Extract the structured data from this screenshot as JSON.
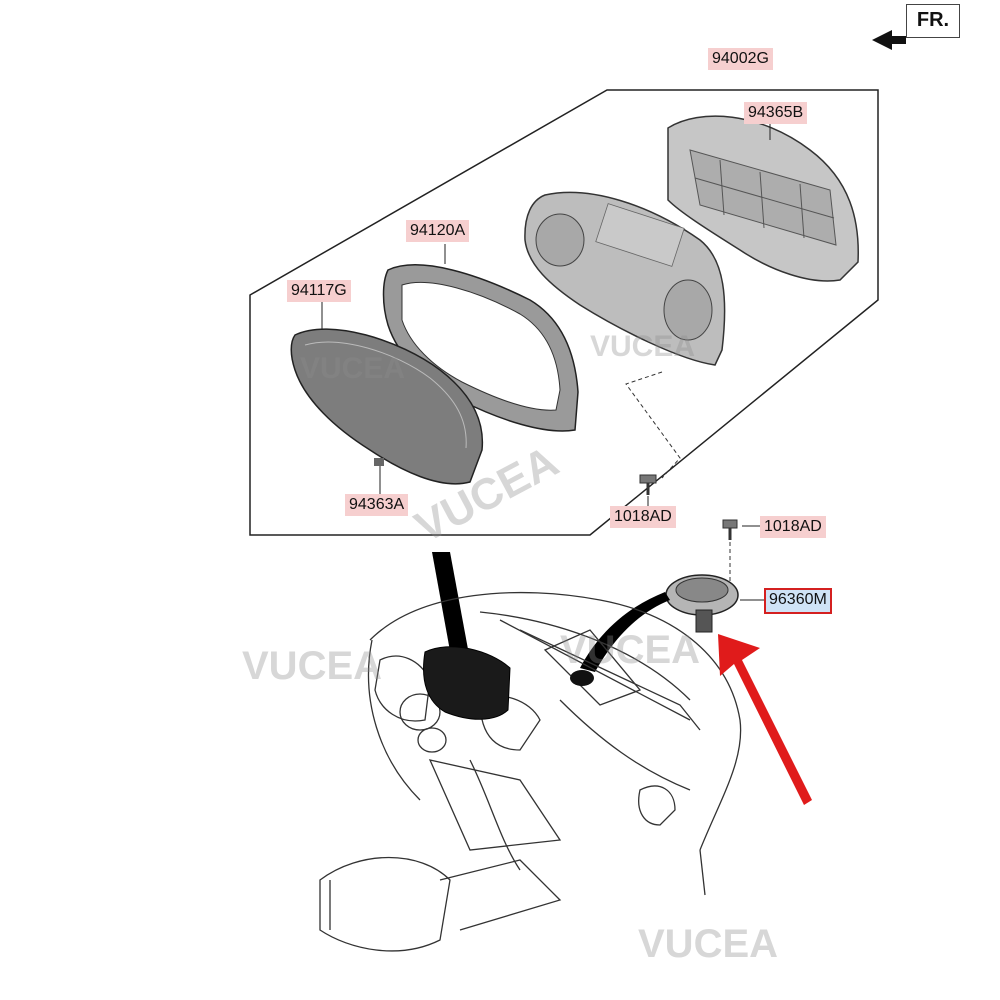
{
  "orientation": {
    "label": "FR."
  },
  "parts": {
    "p94002G": "94002G",
    "p94365B": "94365B",
    "p94120A": "94120A",
    "p94117G": "94117G",
    "p94363A": "94363A",
    "p1018AD_a": "1018AD",
    "p1018AD_b": "1018AD",
    "p96360M": "96360M"
  },
  "watermarks": {
    "text": "VUCEA"
  },
  "colors": {
    "label_pink": "#f6cfcf",
    "label_blue": "#cfe3f6",
    "highlight": "#d42020"
  }
}
